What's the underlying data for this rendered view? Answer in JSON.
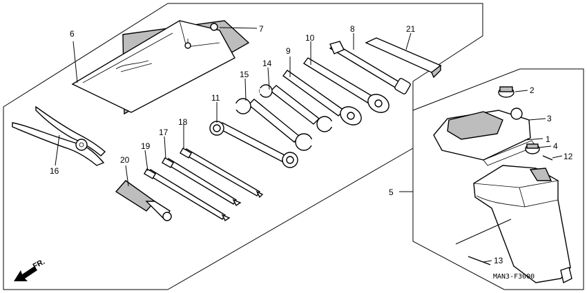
{
  "diagram": {
    "callouts": [
      "1",
      "2",
      "3",
      "4",
      "5",
      "6",
      "7",
      "8",
      "9",
      "10",
      "11",
      "12",
      "13",
      "14",
      "15",
      "16",
      "17",
      "18",
      "19",
      "20",
      "21"
    ],
    "code": "MAN3-F3000",
    "direction": "FR.",
    "icons": {
      "arrow": "front-direction-arrow-icon"
    }
  }
}
